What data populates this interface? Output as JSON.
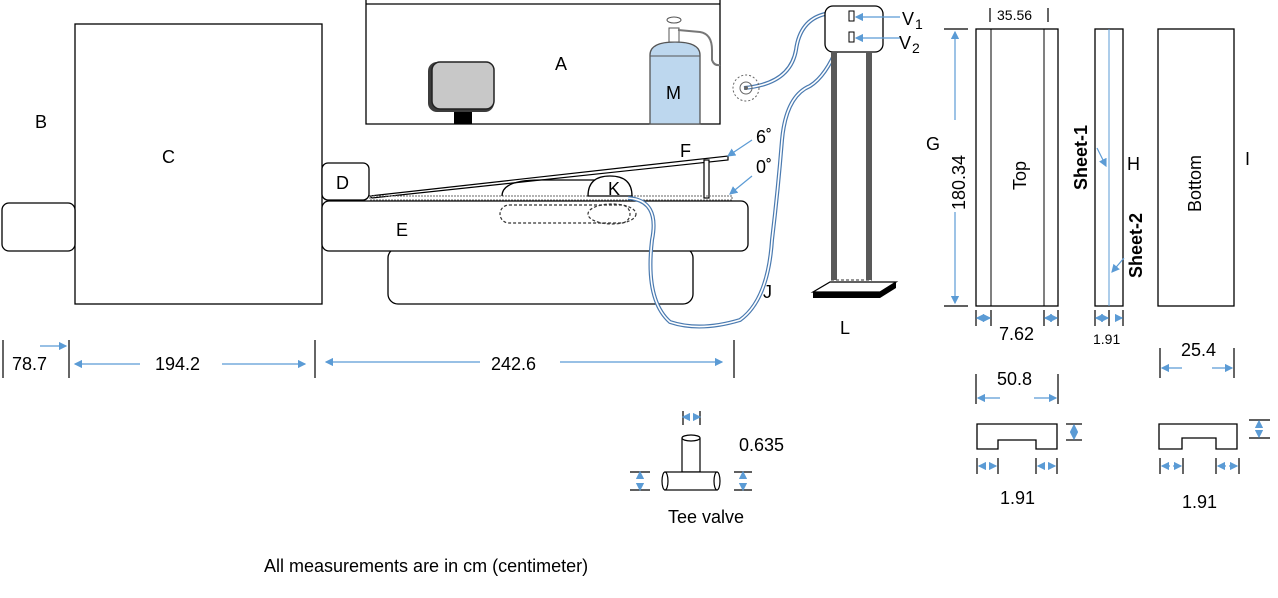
{
  "labels": {
    "A": "A",
    "B": "B",
    "C": "C",
    "D": "D",
    "E": "E",
    "F": "F",
    "G": "G",
    "H": "H",
    "I": "I",
    "J": "J",
    "K": "K",
    "L": "L",
    "M": "M",
    "V1": "V",
    "V1_sub": "1",
    "V2": "V",
    "V2_sub": "2"
  },
  "angles": {
    "six": "6˚",
    "zero": "0˚"
  },
  "dimensions": {
    "d78": "78.7",
    "d194": "194.2",
    "d242": "242.6",
    "d35": "35.56",
    "d180": "180.34",
    "d762": "7.62",
    "d191_top": "1.91",
    "d254": "25.4",
    "d508": "50.8",
    "d191_left": "1.91",
    "d191_right": "1.91",
    "d0635": "0.635"
  },
  "panels": {
    "top": "Top",
    "bottom": "Bottom",
    "sheet1": "Sheet-1",
    "sheet2": "Sheet-2"
  },
  "tee_valve": "Tee valve",
  "footnote": "All measurements are in cm (centimeter)",
  "colors": {
    "arrow": "#5b9bd5",
    "tube": "#4a7ab0",
    "tank": "#bdd7ee",
    "monitor": "#c8c8c8"
  },
  "icons": [
    "monitor-icon",
    "gas-tank-icon",
    "pressure-gauge-icon",
    "scale-base-icon"
  ]
}
